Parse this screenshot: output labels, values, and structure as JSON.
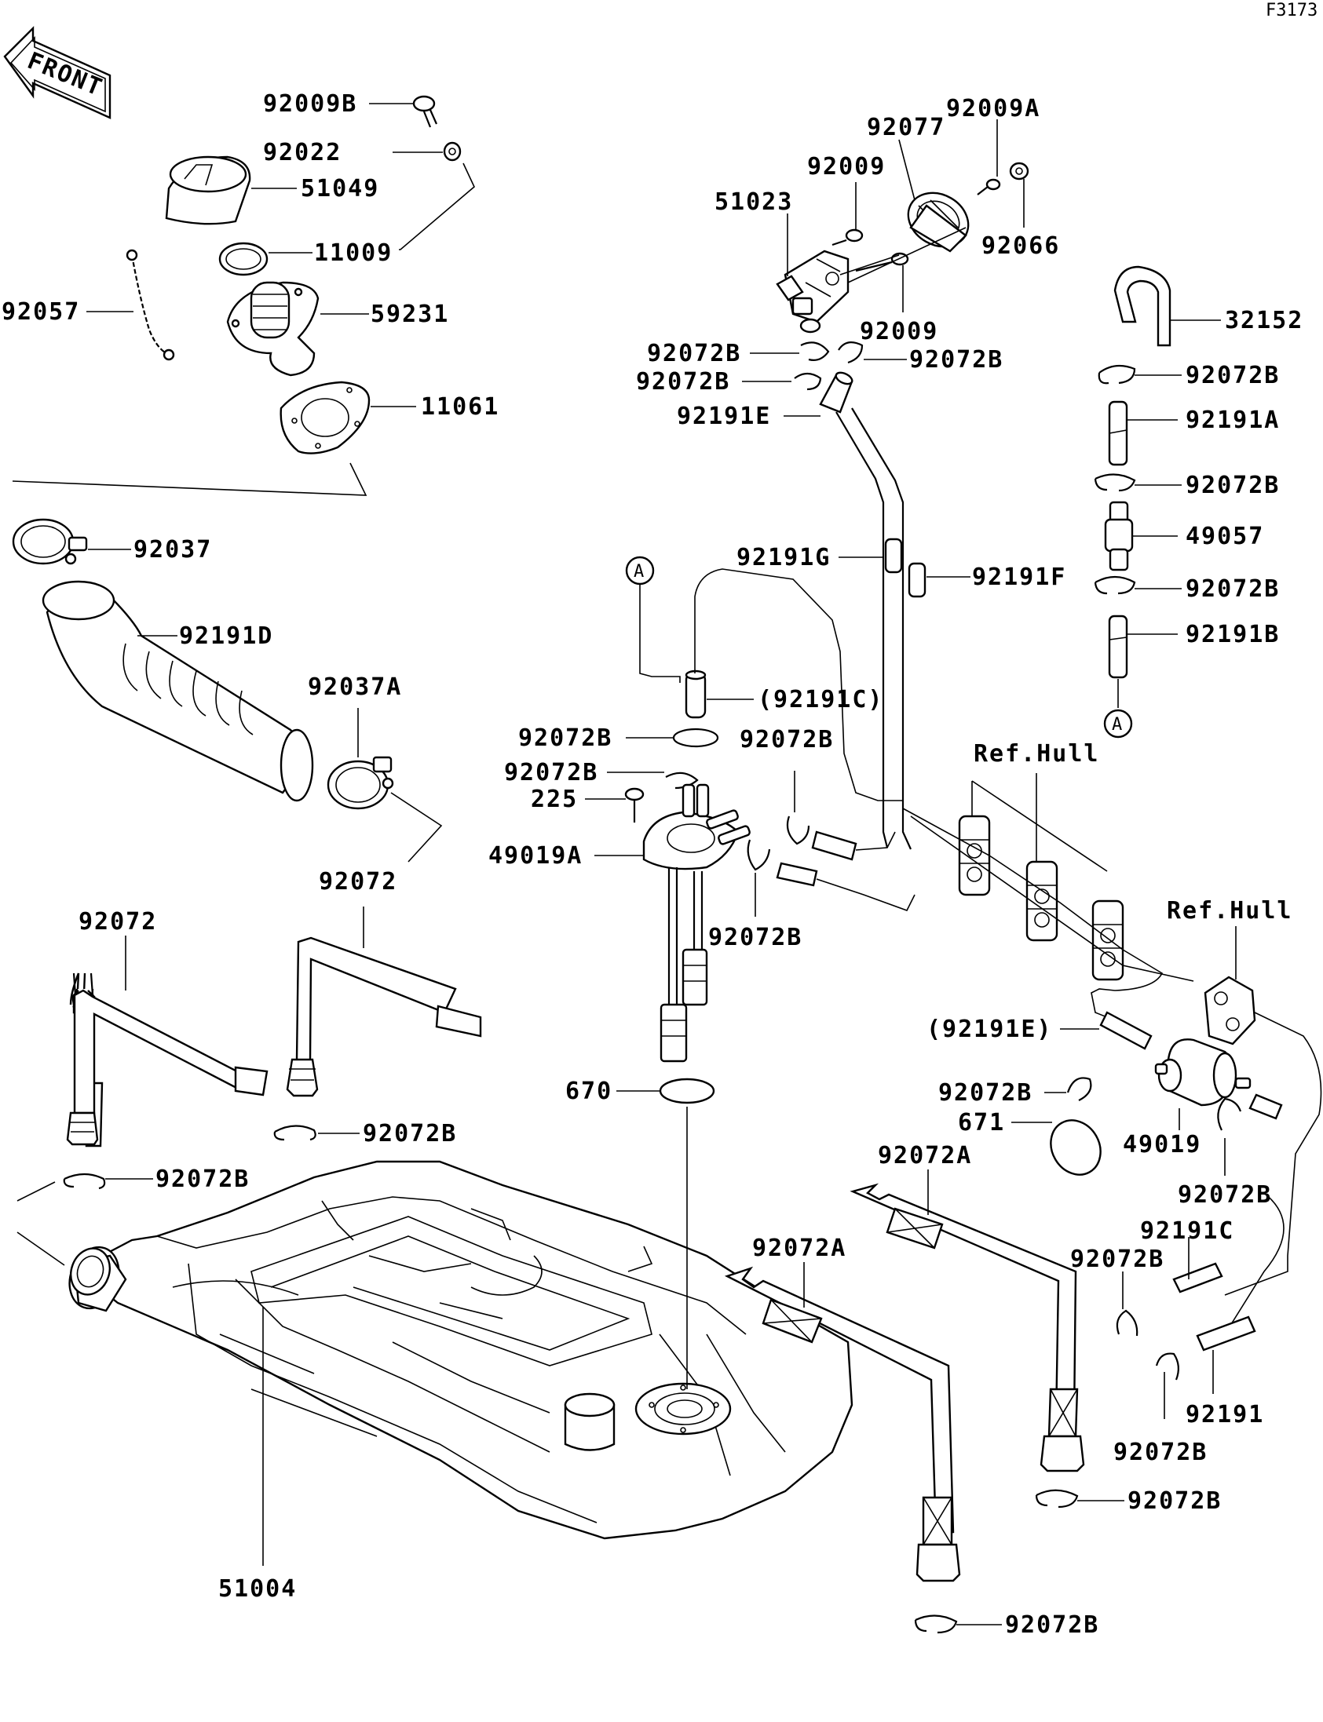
{
  "diagram": {
    "code": "F3173",
    "front_label": "FRONT",
    "ref_hull_label": "Ref.Hull",
    "callout_a": "A",
    "labels": {
      "p92009B": "92009B",
      "p92022": "92022",
      "p51049": "51049",
      "p11009": "11009",
      "p92057": "92057",
      "p59231": "59231",
      "p11061": "11061",
      "p92037": "92037",
      "p92191D": "92191D",
      "p92037A": "92037A",
      "p92072_a": "92072",
      "p92072_b": "92072",
      "p92072B_lower1": "92072B",
      "p92072B_lower2": "92072B",
      "p92077": "92077",
      "p92009A": "92009A",
      "p92009_top": "92009",
      "p51023": "51023",
      "p92066": "92066",
      "p92009_mid": "92009",
      "p92072B_v1": "92072B",
      "p92072B_v2": "92072B",
      "p92072B_v3": "92072B",
      "p92191E": "92191E",
      "p32152": "32152",
      "p92072B_r1": "92072B",
      "p92191A": "92191A",
      "p92072B_r2": "92072B",
      "p49057": "49057",
      "p92072B_r3": "92072B",
      "p92191B": "92191B",
      "p92191G": "92191G",
      "p92191F": "92191F",
      "p92191C_paren": "(92191C)",
      "p92072B_pump1": "92072B",
      "p92072B_pump2": "92072B",
      "p92072B_pump3": "92072B",
      "p92072B_pump4": "92072B",
      "p225": "225",
      "p49019A": "49019A",
      "p670": "670",
      "p92191E_paren": "(92191E)",
      "p92072B_filter": "92072B",
      "p671": "671",
      "p49019": "49019",
      "p92072A_1": "92072A",
      "p92072A_2": "92072A",
      "p92072B_f2": "92072B",
      "p92191C": "92191C",
      "p92072B_f3": "92072B",
      "p92191": "92191",
      "p92072B_f4": "92072B",
      "p51004": "51004",
      "p92072B_bot1": "92072B",
      "p92072B_bot2": "92072B"
    }
  }
}
